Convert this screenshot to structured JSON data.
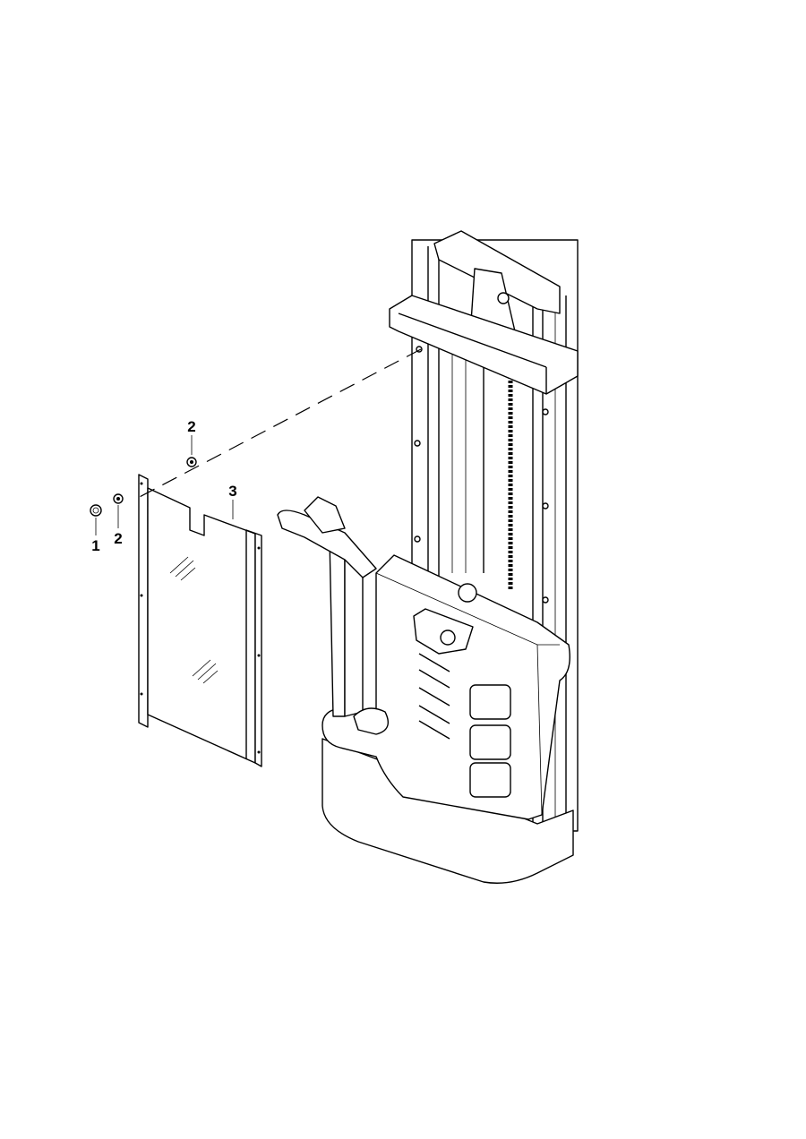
{
  "callouts": {
    "nut": "1",
    "washer_upper": "2",
    "washer_lower": "2",
    "cover_panel": "3"
  }
}
